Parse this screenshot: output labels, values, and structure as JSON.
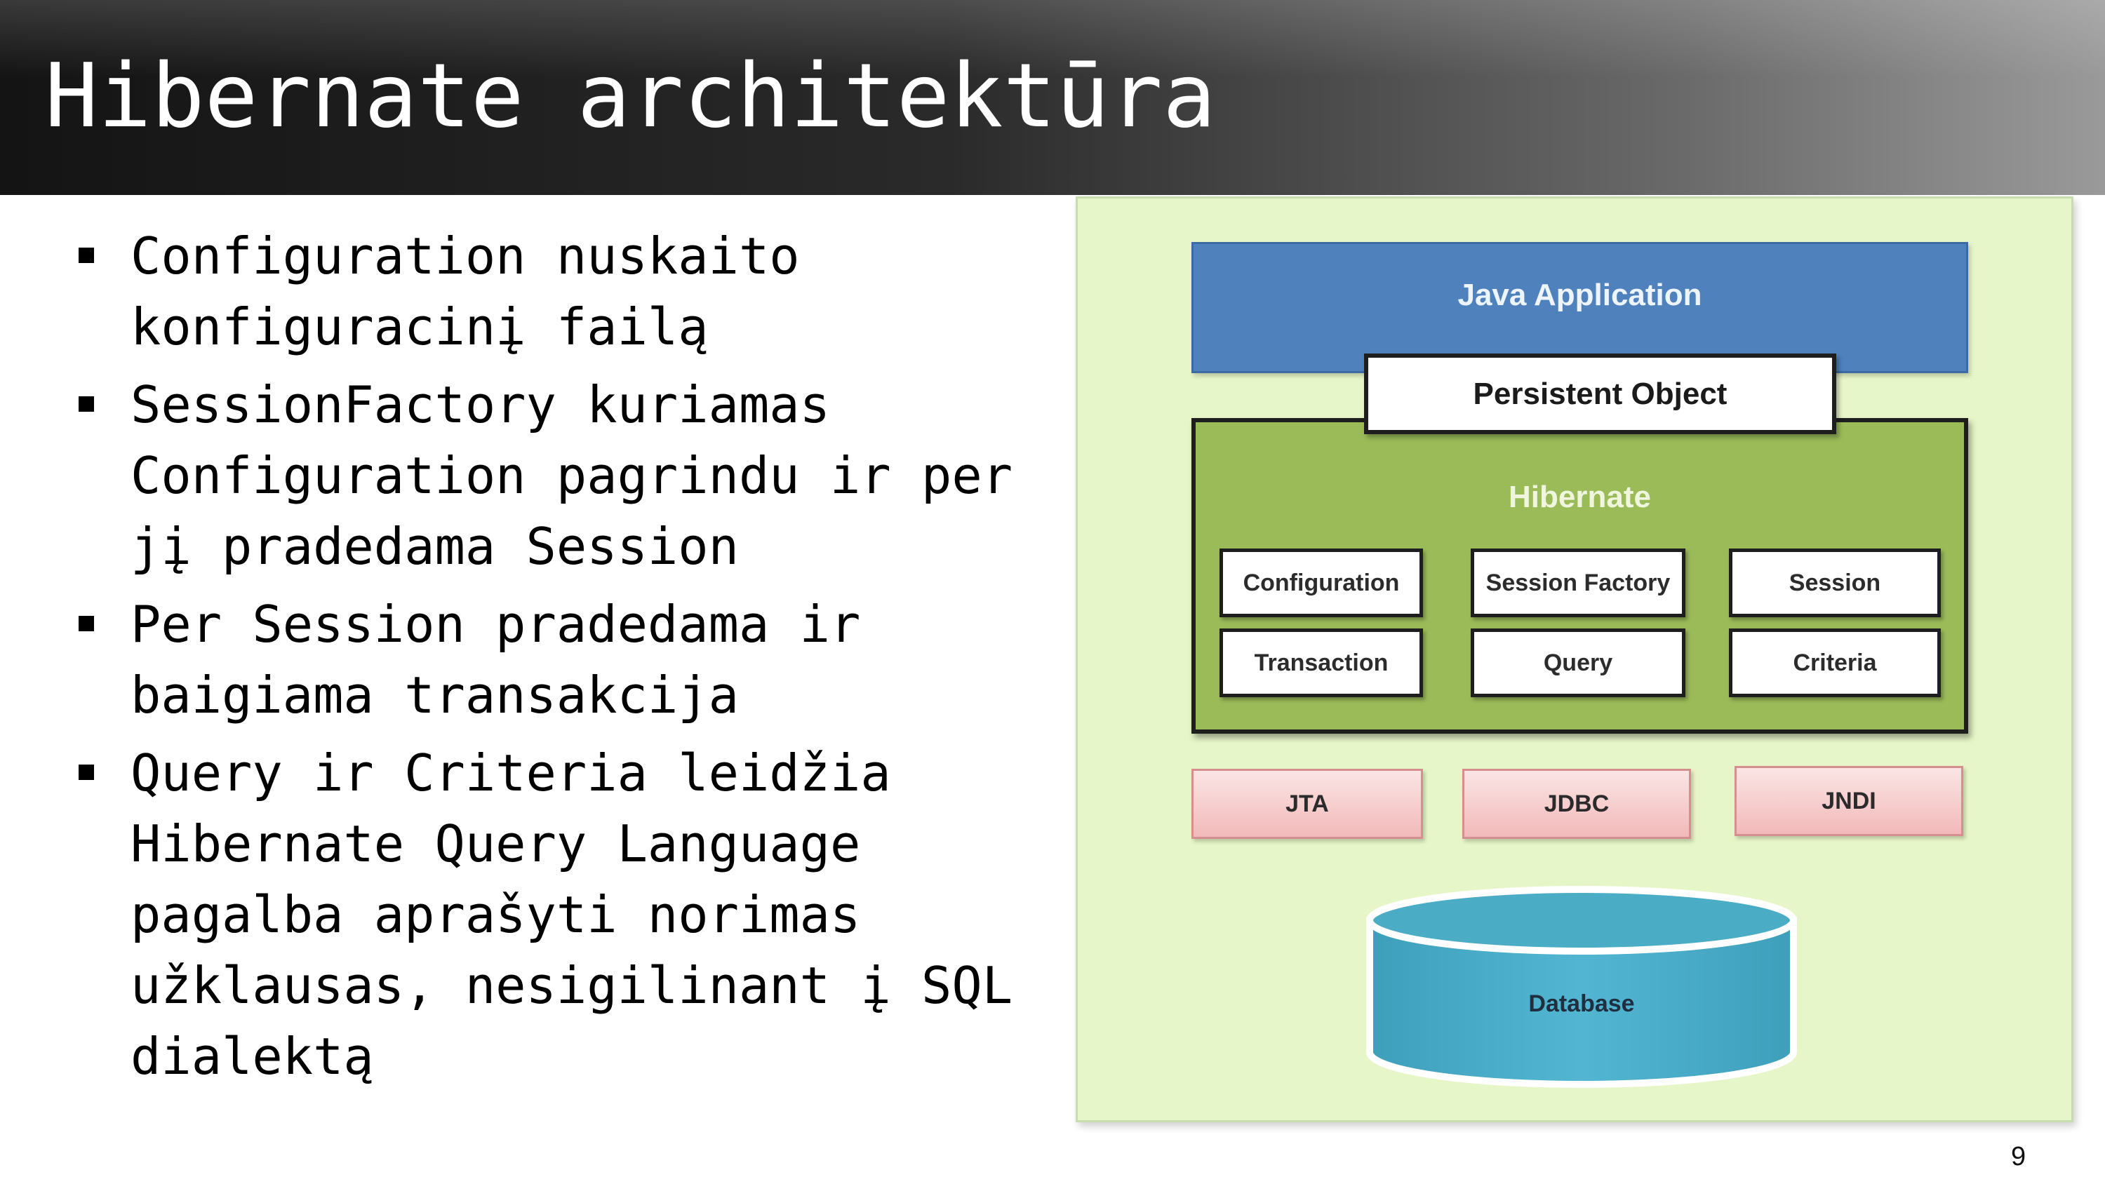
{
  "slide": {
    "title": "Hibernate architektūra",
    "page_number": "9"
  },
  "bullets": [
    "Configuration nuskaito konfiguracinį failą",
    "SessionFactory kuriamas Configuration pagrindu ir per jį pradedama Session",
    "Per Session pradedama ir baigiama transakcija",
    "Query ir Criteria leidžia Hibernate Query Language pagalba aprašyti norimas užklausas, nesigilinant į SQL dialektą"
  ],
  "diagram": {
    "java_application": "Java Application",
    "persistent_object": "Persistent Object",
    "hibernate": "Hibernate",
    "components": [
      "Configuration",
      "Session Factory",
      "Session",
      "Transaction",
      "Query",
      "Criteria"
    ],
    "services": [
      "JTA",
      "JDBC",
      "JNDI"
    ],
    "database": "Database",
    "colors": {
      "java_app": "#4f81bd",
      "hibernate": "#9bbb59",
      "services": "#f2b9b9",
      "database": "#4bacc6",
      "background": "#e7f6c8"
    }
  }
}
